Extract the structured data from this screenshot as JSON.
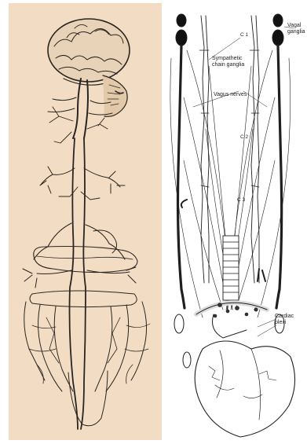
{
  "left_illustration": {
    "background": "#f2ddc4",
    "ink": "#2a2520"
  },
  "right_diagram": {
    "ink": "#1f1f1f",
    "labels": {
      "vagal_ganglia": [
        "Vagal",
        "ganglia"
      ],
      "c1": "C 1",
      "sympathetic": [
        "Sympathetic",
        "chain ganglia"
      ],
      "vagus": "Vagus nerves",
      "c2": "C 2",
      "c3": "C 3",
      "cardiac": [
        "Cardiac",
        "plexi"
      ]
    }
  }
}
